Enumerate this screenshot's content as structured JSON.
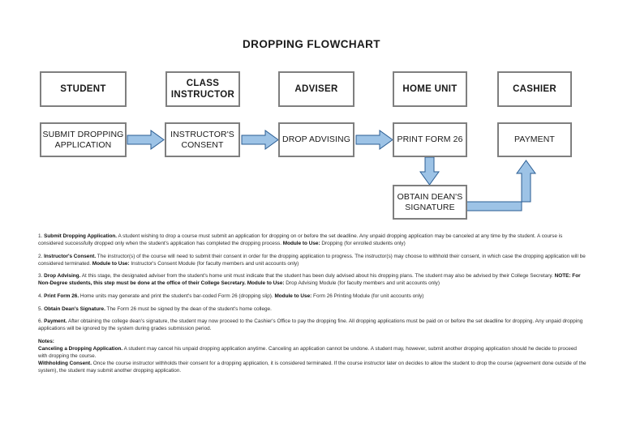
{
  "document": {
    "title": "DROPPING FLOWCHART"
  },
  "flowchart": {
    "roles": [
      {
        "id": "student",
        "label": "STUDENT"
      },
      {
        "id": "class-instructor",
        "label": "CLASS\nINSTRUCTOR"
      },
      {
        "id": "adviser",
        "label": "ADVISER"
      },
      {
        "id": "home-unit",
        "label": "HOME UNIT"
      },
      {
        "id": "cashier",
        "label": "CASHIER"
      }
    ],
    "steps": [
      {
        "id": "submit-dropping-application",
        "label": "SUBMIT DROPPING\nAPPLICATION"
      },
      {
        "id": "instructors-consent",
        "label": "INSTRUCTOR'S\nCONSENT"
      },
      {
        "id": "drop-advising",
        "label": "DROP ADVISING"
      },
      {
        "id": "print-form-26",
        "label": "PRINT FORM 26"
      },
      {
        "id": "payment",
        "label": "PAYMENT"
      },
      {
        "id": "obtain-deans-signature",
        "label": "OBTAIN DEAN'S\nSIGNATURE"
      }
    ],
    "connectors": [
      {
        "id": "submit-to-consent",
        "from": "submit-dropping-application",
        "to": "instructors-consent",
        "direction": "right"
      },
      {
        "id": "consent-to-advising",
        "from": "instructors-consent",
        "to": "drop-advising",
        "direction": "right"
      },
      {
        "id": "advising-to-print",
        "from": "drop-advising",
        "to": "print-form-26",
        "direction": "right"
      },
      {
        "id": "print-to-signature",
        "from": "print-form-26",
        "to": "obtain-deans-signature",
        "direction": "down"
      },
      {
        "id": "signature-to-payment",
        "from": "obtain-deans-signature",
        "to": "payment",
        "direction": "right-up-elbow"
      }
    ],
    "colors": {
      "box_border": "#7f7f7f",
      "box_fill": "#ffffff",
      "arrow_fill": "#9dc3e6",
      "arrow_stroke": "#2e5e8e"
    }
  },
  "procedure": {
    "steps": [
      {
        "number": "1.",
        "heading": "Submit Dropping Application.",
        "body": " A student wishing to drop a course must submit an application for dropping on or before the set deadline. Any unpaid dropping application may be canceled at any time by the student. A course is considered successfully dropped only when the student's application has completed the dropping process. ",
        "module_label": "Module to Use:",
        "module_value": " Dropping (for enrolled students only)"
      },
      {
        "number": "2.",
        "heading": "Instructor's Consent.",
        "body": " The instructor(s) of the course will need to submit their consent in order for the dropping application to progress. The instructor(s) may choose to withhold their consent, in which case the dropping application will be considered terminated. ",
        "module_label": "Module to Use:",
        "module_value": " Instructor's Consent Module (for faculty members and unit accounts only)"
      },
      {
        "number": "3.",
        "heading": "Drop Advising.",
        "body": " At this stage, the designated adviser from the student's home unit must indicate that the student has been duly advised about his dropping plans. The student may also be advised by their College Secretary. ",
        "note_label": "NOTE: For Non-Degree students, this step must be done at the office of their College Secretary.",
        "module_label": " Module to Use:",
        "module_value": " Drop Advising Module (for faculty members and unit accounts only)"
      },
      {
        "number": "4.",
        "heading": "Print Form 26.",
        "body": " Home units may generate and print the student's bar-coded Form 26 (dropping slip). ",
        "module_label": "Module to Use:",
        "module_value": " Form 26 Printing Module (for unit accounts only)"
      },
      {
        "number": "5.",
        "heading": "Obtain Dean's Signature.",
        "body": " The Form 26 must be signed by the dean of the student's home college.",
        "module_label": "",
        "module_value": ""
      },
      {
        "number": "6.",
        "heading": "Payment.",
        "body": " After obtaining the college dean's signature, the student may now proceed to the Cashier's Office to pay the dropping fine. All dropping applications must be paid on or before the set deadline for dropping. Any unpaid dropping applications will be ignored by the system during grades submission period.",
        "module_label": "",
        "module_value": ""
      }
    ]
  },
  "notes": {
    "heading": "Notes:",
    "items": [
      {
        "term": "Canceling a Dropping Application.",
        "text": " A student may cancel his unpaid dropping application anytime. Canceling an application cannot be undone. A student may, however, submit another dropping application should he decide to proceed with dropping the course."
      },
      {
        "term": "Withholding Consent.",
        "text": " Once the course instructor withholds their consent for a dropping application, it is considered terminated. If the course instructor later on decides to allow the student to drop the course (agreement done outside of the system), the student may submit another dropping application."
      }
    ]
  }
}
